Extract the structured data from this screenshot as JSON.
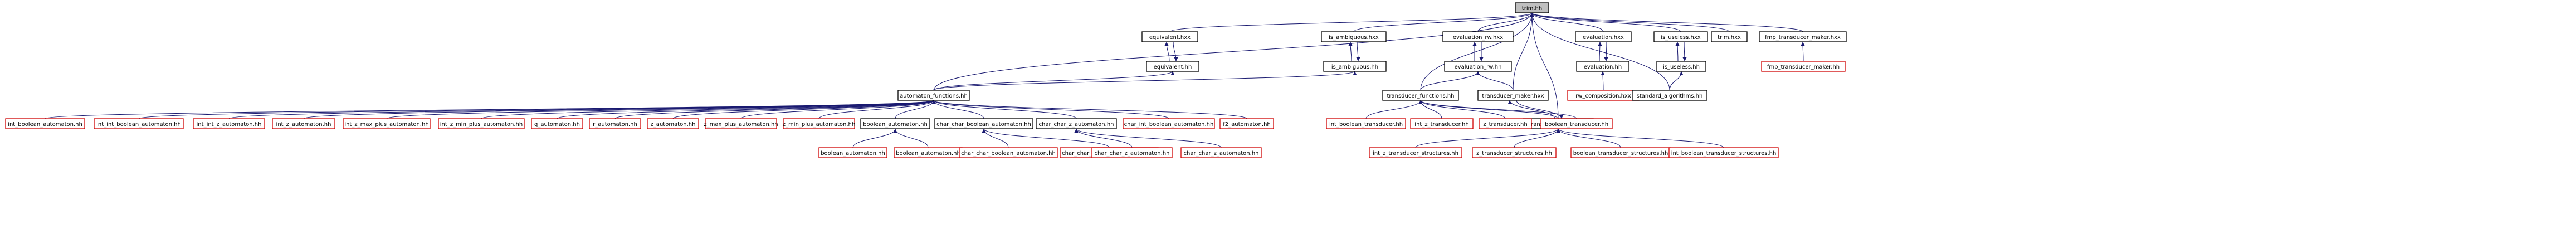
{
  "colors": {
    "edge": "#191970",
    "local_border": "#000000",
    "external_border": "#d00000",
    "root_fill": "#bfbfbf"
  },
  "nodes": [
    {
      "id": "trim_hh",
      "label": "trim.hh",
      "kind": "root"
    },
    {
      "id": "equivalent_hxx",
      "label": "equivalent.hxx",
      "kind": "local"
    },
    {
      "id": "is_ambiguous_hxx",
      "label": "is_ambiguous.hxx",
      "kind": "local"
    },
    {
      "id": "evaluation_rw_hxx",
      "label": "evaluation_rw.hxx",
      "kind": "local"
    },
    {
      "id": "evaluation_hxx",
      "label": "evaluation.hxx",
      "kind": "local"
    },
    {
      "id": "is_useless_hxx",
      "label": "is_useless.hxx",
      "kind": "local"
    },
    {
      "id": "trim_hxx",
      "label": "trim.hxx",
      "kind": "local"
    },
    {
      "id": "fmp_transducer_maker_hxx",
      "label": "fmp_transducer_maker.hxx",
      "kind": "local"
    },
    {
      "id": "equivalent_hh",
      "label": "equivalent.hh",
      "kind": "local"
    },
    {
      "id": "is_ambiguous_hh",
      "label": "is_ambiguous.hh",
      "kind": "local"
    },
    {
      "id": "evaluation_rw_hh",
      "label": "evaluation_rw.hh",
      "kind": "local"
    },
    {
      "id": "evaluation_hh",
      "label": "evaluation.hh",
      "kind": "local"
    },
    {
      "id": "is_useless_hh",
      "label": "is_useless.hh",
      "kind": "local"
    },
    {
      "id": "fmp_transducer_maker_hh",
      "label": "fmp_transducer_maker.hh",
      "kind": "external"
    },
    {
      "id": "rw_composition_hxx",
      "label": "rw_composition.hxx",
      "kind": "external"
    },
    {
      "id": "standard_algorithms_hh",
      "label": "standard_algorithms.hh",
      "kind": "local"
    },
    {
      "id": "automaton_functions_hh",
      "label": "automaton_functions.hh",
      "kind": "local"
    },
    {
      "id": "transducer_functions_hh",
      "label": "transducer_functions.hh",
      "kind": "local"
    },
    {
      "id": "transducer_maker_hxx",
      "label": "transducer_maker.hxx",
      "kind": "local"
    },
    {
      "id": "transducer_maker_hh",
      "label": "transducer_maker.hh",
      "kind": "local"
    },
    {
      "id": "int_boolean_automaton_hh",
      "label": "int_boolean_automaton.hh",
      "kind": "external"
    },
    {
      "id": "int_int_boolean_automaton_hh",
      "label": "int_int_boolean_automaton.hh",
      "kind": "external"
    },
    {
      "id": "int_int_z_automaton_hh",
      "label": "int_int_z_automaton.hh",
      "kind": "external"
    },
    {
      "id": "int_z_automaton_hh",
      "label": "int_z_automaton.hh",
      "kind": "external"
    },
    {
      "id": "int_z_max_plus_automaton_hh",
      "label": "int_z_max_plus_automaton.hh",
      "kind": "external"
    },
    {
      "id": "int_z_min_plus_automaton_hh",
      "label": "int_z_min_plus_automaton.hh",
      "kind": "external"
    },
    {
      "id": "q_automaton_hh",
      "label": "q_automaton.hh",
      "kind": "external"
    },
    {
      "id": "r_automaton_hh",
      "label": "r_automaton.hh",
      "kind": "external"
    },
    {
      "id": "z_automaton_hh",
      "label": "z_automaton.hh",
      "kind": "external"
    },
    {
      "id": "z_max_plus_automaton_hh",
      "label": "z_max_plus_automaton.hh",
      "kind": "external"
    },
    {
      "id": "z_min_plus_automaton_hh",
      "label": "z_min_plus_automaton.hh",
      "kind": "external"
    },
    {
      "id": "boolean_automaton_hh_a",
      "label": "boolean_automaton.hh",
      "kind": "local"
    },
    {
      "id": "char_char_boolean_automaton_hh_a",
      "label": "char_char_boolean_automaton.hh",
      "kind": "local"
    },
    {
      "id": "char_char_z_automaton_hh_a",
      "label": "char_char_z_automaton.hh",
      "kind": "local"
    },
    {
      "id": "char_int_boolean_automaton_hh",
      "label": "char_int_boolean_automaton.hh",
      "kind": "external"
    },
    {
      "id": "f2_automaton_hh",
      "label": "f2_automaton.hh",
      "kind": "external"
    },
    {
      "id": "int_boolean_transducer_hh",
      "label": "int_boolean_transducer.hh",
      "kind": "external"
    },
    {
      "id": "int_z_transducer_hh",
      "label": "int_z_transducer.hh",
      "kind": "external"
    },
    {
      "id": "z_transducer_hh",
      "label": "z_transducer.hh",
      "kind": "external"
    },
    {
      "id": "boolean_transducer_hh",
      "label": "boolean_transducer.hh",
      "kind": "external"
    },
    {
      "id": "boolean_automaton_hh_b",
      "label": "boolean_automaton.hh",
      "kind": "external"
    },
    {
      "id": "boolean_automaton_hh_c",
      "label": "boolean_automaton.hh",
      "kind": "external"
    },
    {
      "id": "char_char_boolean_automaton_hh_b",
      "label": "char_char_boolean_automaton.hh",
      "kind": "external"
    },
    {
      "id": "char_char_boolean_automaton_hh_c",
      "label": "char_char_boolean_automaton.hh",
      "kind": "external"
    },
    {
      "id": "char_char_z_automaton_hh_b",
      "label": "char_char_z_automaton.hh",
      "kind": "external"
    },
    {
      "id": "char_char_z_automaton_hh_c",
      "label": "char_char_z_automaton.hh",
      "kind": "external"
    },
    {
      "id": "int_z_transducer_structures_hh",
      "label": "int_z_transducer_structures.hh",
      "kind": "external"
    },
    {
      "id": "z_transducer_structures_hh",
      "label": "z_transducer_structures.hh",
      "kind": "external"
    },
    {
      "id": "boolean_transducer_structures_hh",
      "label": "boolean_transducer_structures.hh",
      "kind": "external"
    },
    {
      "id": "int_boolean_transducer_structures_hh",
      "label": "int_boolean_transducer_structures.hh",
      "kind": "external"
    }
  ],
  "edges": [
    [
      "equivalent_hxx",
      "trim_hh"
    ],
    [
      "is_ambiguous_hxx",
      "trim_hh"
    ],
    [
      "evaluation_rw_hxx",
      "trim_hh"
    ],
    [
      "evaluation_hxx",
      "trim_hh"
    ],
    [
      "is_useless_hxx",
      "trim_hh"
    ],
    [
      "trim_hxx",
      "trim_hh"
    ],
    [
      "fmp_transducer_maker_hxx",
      "trim_hh"
    ],
    [
      "automaton_functions_hh",
      "trim_hh"
    ],
    [
      "transducer_functions_hh",
      "trim_hh"
    ],
    [
      "transducer_maker_hxx",
      "trim_hh"
    ],
    [
      "standard_algorithms_hh",
      "trim_hh"
    ],
    [
      "transducer_maker_hh",
      "trim_hh"
    ],
    [
      "equivalent_hh",
      "equivalent_hxx"
    ],
    [
      "equivalent_hxx",
      "equivalent_hh"
    ],
    [
      "is_ambiguous_hh",
      "is_ambiguous_hxx"
    ],
    [
      "is_ambiguous_hxx",
      "is_ambiguous_hh"
    ],
    [
      "evaluation_rw_hh",
      "evaluation_rw_hxx"
    ],
    [
      "evaluation_rw_hxx",
      "evaluation_rw_hh"
    ],
    [
      "evaluation_hh",
      "evaluation_hxx"
    ],
    [
      "evaluation_hxx",
      "evaluation_hh"
    ],
    [
      "is_useless_hh",
      "is_useless_hxx"
    ],
    [
      "is_useless_hxx",
      "is_useless_hh"
    ],
    [
      "fmp_transducer_maker_hh",
      "fmp_transducer_maker_hxx"
    ],
    [
      "rw_composition_hxx",
      "evaluation_hh"
    ],
    [
      "standard_algorithms_hh",
      "is_useless_hh"
    ],
    [
      "automaton_functions_hh",
      "equivalent_hh"
    ],
    [
      "automaton_functions_hh",
      "is_ambiguous_hh"
    ],
    [
      "transducer_functions_hh",
      "evaluation_rw_hh"
    ],
    [
      "transducer_maker_hxx",
      "evaluation_rw_hh"
    ],
    [
      "int_boolean_automaton_hh",
      "automaton_functions_hh"
    ],
    [
      "int_int_boolean_automaton_hh",
      "automaton_functions_hh"
    ],
    [
      "int_int_z_automaton_hh",
      "automaton_functions_hh"
    ],
    [
      "int_z_automaton_hh",
      "automaton_functions_hh"
    ],
    [
      "int_z_max_plus_automaton_hh",
      "automaton_functions_hh"
    ],
    [
      "int_z_min_plus_automaton_hh",
      "automaton_functions_hh"
    ],
    [
      "q_automaton_hh",
      "automaton_functions_hh"
    ],
    [
      "r_automaton_hh",
      "automaton_functions_hh"
    ],
    [
      "z_automaton_hh",
      "automaton_functions_hh"
    ],
    [
      "z_max_plus_automaton_hh",
      "automaton_functions_hh"
    ],
    [
      "z_min_plus_automaton_hh",
      "automaton_functions_hh"
    ],
    [
      "boolean_automaton_hh_a",
      "automaton_functions_hh"
    ],
    [
      "char_char_boolean_automaton_hh_a",
      "automaton_functions_hh"
    ],
    [
      "char_char_z_automaton_hh_a",
      "automaton_functions_hh"
    ],
    [
      "char_int_boolean_automaton_hh",
      "automaton_functions_hh"
    ],
    [
      "f2_automaton_hh",
      "automaton_functions_hh"
    ],
    [
      "int_boolean_transducer_hh",
      "transducer_functions_hh"
    ],
    [
      "int_z_transducer_hh",
      "transducer_functions_hh"
    ],
    [
      "z_transducer_hh",
      "transducer_functions_hh"
    ],
    [
      "boolean_transducer_hh",
      "transducer_functions_hh"
    ],
    [
      "transducer_maker_hh",
      "transducer_functions_hh"
    ],
    [
      "transducer_maker_hh",
      "transducer_maker_hxx"
    ],
    [
      "transducer_maker_hxx",
      "transducer_maker_hh"
    ],
    [
      "boolean_automaton_hh_b",
      "boolean_automaton_hh_a"
    ],
    [
      "boolean_automaton_hh_c",
      "boolean_automaton_hh_a"
    ],
    [
      "char_char_boolean_automaton_hh_b",
      "char_char_boolean_automaton_hh_a"
    ],
    [
      "char_char_boolean_automaton_hh_c",
      "char_char_boolean_automaton_hh_a"
    ],
    [
      "char_char_z_automaton_hh_b",
      "char_char_z_automaton_hh_a"
    ],
    [
      "char_char_z_automaton_hh_c",
      "char_char_z_automaton_hh_a"
    ],
    [
      "int_z_transducer_structures_hh",
      "transducer_maker_hh"
    ],
    [
      "z_transducer_structures_hh",
      "transducer_maker_hh"
    ],
    [
      "boolean_transducer_structures_hh",
      "transducer_maker_hh"
    ],
    [
      "int_boolean_transducer_structures_hh",
      "transducer_maker_hh"
    ]
  ]
}
